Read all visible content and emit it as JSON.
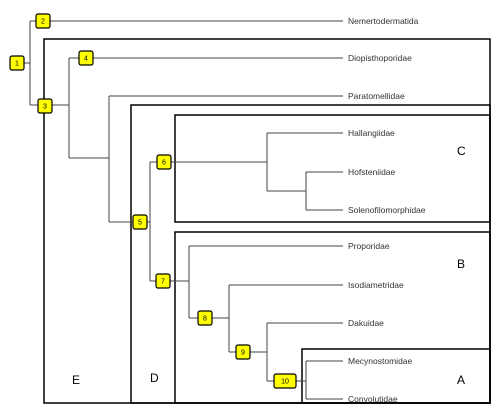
{
  "taxa": [
    "Nemertodermatida",
    "Diopisthoporidae",
    "Paratomellidae",
    "Hallangiidae",
    "Hofsteniidae",
    "Solenofilomorphidae",
    "Proporidae",
    "Isodiametridae",
    "Dakuidae",
    "Mecynostomidae",
    "Convolutidae"
  ],
  "nodes": [
    "1",
    "2",
    "3",
    "4",
    "5",
    "6",
    "7",
    "8",
    "9",
    "10"
  ],
  "groups": [
    "A",
    "B",
    "C",
    "D",
    "E"
  ],
  "colors": {
    "node_fill": "#ffff00",
    "node_stroke": "#000000",
    "branch_line": "#444444",
    "box_line": "#000000",
    "taxon_text": "#333333"
  }
}
